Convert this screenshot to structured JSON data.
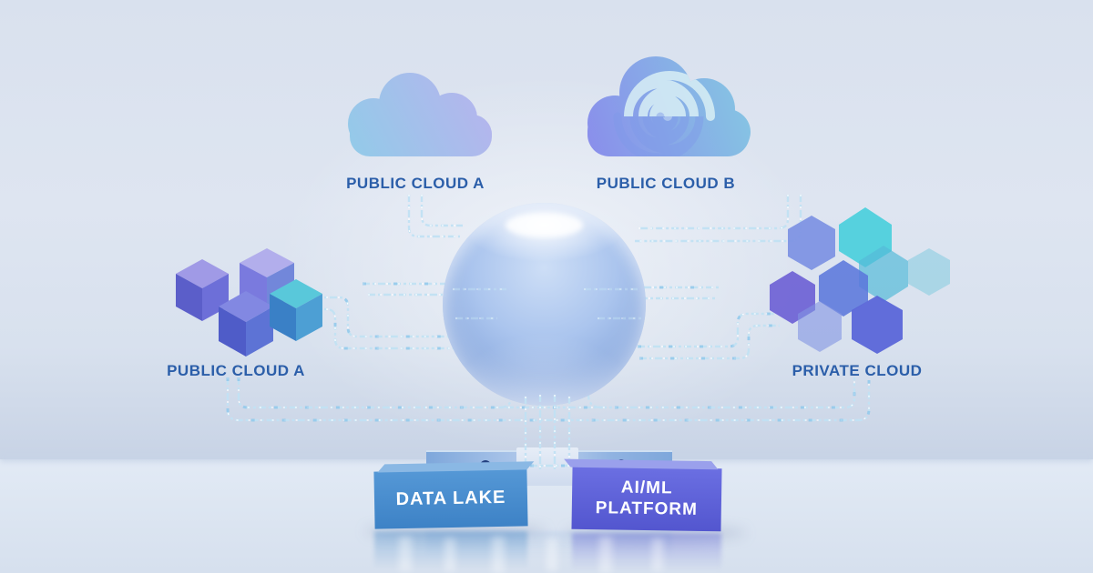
{
  "diagram": {
    "type": "hybrid-cloud-architecture-illustration",
    "nodes": {
      "public_cloud_a_top": {
        "label": "PUBLIC CLOUD A",
        "icon": "cloud-icon"
      },
      "public_cloud_b_top": {
        "label": "PUBLIC CLOUD B",
        "icon": "swirl-cloud-icon"
      },
      "public_cloud_a_left": {
        "label": "PUBLIC CLOUD A",
        "icon": "cubes-icon"
      },
      "private_cloud": {
        "label": "PRIVATE CLOUD",
        "icon": "hexagons-icon"
      },
      "core_sphere": {
        "icon": "glass-sphere-icon"
      },
      "data_lake": {
        "label": "DATA LAKE"
      },
      "aiml_platform": {
        "label_line1": "AI/ML",
        "label_line2": "PLATFORM"
      }
    },
    "connections": [
      "public_cloud_a_top -> core_sphere",
      "public_cloud_b_top -> core_sphere",
      "public_cloud_a_left -> core_sphere",
      "private_cloud -> core_sphere",
      "core_sphere -> data_lake",
      "core_sphere -> aiml_platform"
    ],
    "colors": {
      "background": "#dce4f0",
      "label_text": "#2b5ea9",
      "trace": "#b7dcf0",
      "sphere_mid": "#a9c3ec",
      "data_lake_box": "#3d82c6",
      "aiml_box": "#5c63d8",
      "cloud_a_gradient": [
        "#8fcde8",
        "#b9b2ee"
      ],
      "cloud_b_gradient": [
        "#8a8aec",
        "#85cbe2"
      ]
    }
  }
}
